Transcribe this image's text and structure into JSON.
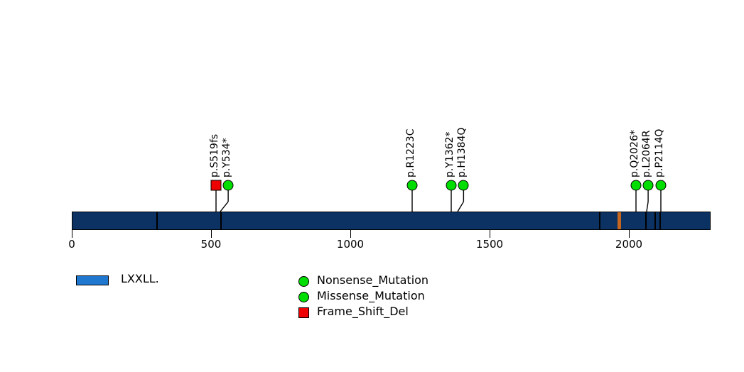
{
  "chart_data": {
    "type": "lollipop",
    "title": "",
    "xlabel": "",
    "ylabel": "",
    "xlim": [
      0,
      2293
    ],
    "grid": false,
    "protein_length": 2293,
    "axis_ticks": [
      {
        "value": 0,
        "label": "0"
      },
      {
        "value": 500,
        "label": "500"
      },
      {
        "value": 1000,
        "label": "1000"
      },
      {
        "value": 1500,
        "label": "1500"
      },
      {
        "value": 2000,
        "label": "2000"
      }
    ],
    "mutations": [
      {
        "label": "p.S519fs",
        "position": 519,
        "marker": "square",
        "color": "#ee0000",
        "type": "Frame_Shift_Del"
      },
      {
        "label": "p.Y534*",
        "position": 534,
        "marker": "circle",
        "color": "#00dd00",
        "type": "Nonsense_Mutation"
      },
      {
        "label": "p.R1223C",
        "position": 1223,
        "marker": "circle",
        "color": "#00dd00",
        "type": "Missense_Mutation"
      },
      {
        "label": "p.Y1362*",
        "position": 1362,
        "marker": "circle",
        "color": "#00dd00",
        "type": "Nonsense_Mutation"
      },
      {
        "label": "p.H1384Q",
        "position": 1384,
        "marker": "circle",
        "color": "#00dd00",
        "type": "Missense_Mutation"
      },
      {
        "label": "p.Q2026*",
        "position": 2026,
        "marker": "circle",
        "color": "#00dd00",
        "type": "Nonsense_Mutation"
      },
      {
        "label": "p.L2064R",
        "position": 2064,
        "marker": "circle",
        "color": "#00dd00",
        "type": "Missense_Mutation"
      },
      {
        "label": "p.P2114Q",
        "position": 2114,
        "marker": "circle",
        "color": "#00dd00",
        "type": "Missense_Mutation"
      }
    ],
    "domain_dividers": [
      307,
      535,
      1895,
      2060,
      2095,
      2112
    ],
    "domain_regions": [
      {
        "start": 1960,
        "end": 1972,
        "color": "#c4661f",
        "name": "LXXLL."
      }
    ],
    "backbone_color": "#0b3263"
  },
  "domain_legend": {
    "items": [
      {
        "label": "LXXLL.",
        "color": "#1f77d0",
        "marker": "rect"
      }
    ]
  },
  "mutation_legend": {
    "items": [
      {
        "label": "Nonsense_Mutation",
        "color": "#00dd00",
        "marker": "circle"
      },
      {
        "label": "Missense_Mutation",
        "color": "#00dd00",
        "marker": "circle"
      },
      {
        "label": "Frame_Shift_Del",
        "color": "#ee0000",
        "marker": "square"
      }
    ]
  }
}
